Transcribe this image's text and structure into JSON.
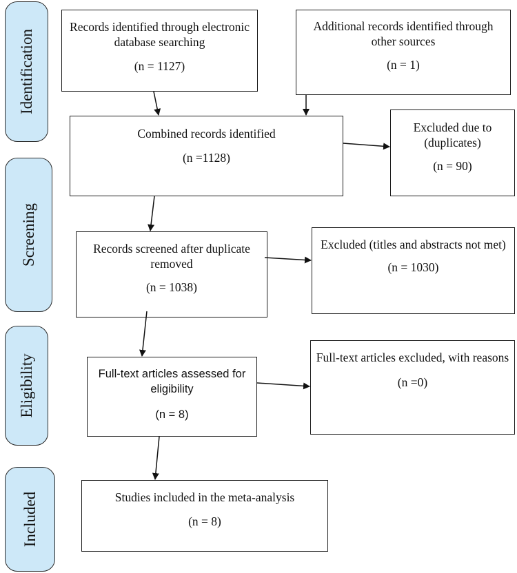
{
  "phases": {
    "identification": "Identification",
    "screening": "Screening",
    "eligibility": "Eligibility",
    "included": "Included"
  },
  "boxes": {
    "db_search": {
      "text": "Records identified through electronic database searching",
      "count": "(n = 1127)"
    },
    "other_sources": {
      "text": "Additional records identified through other sources",
      "count": "(n = 1)"
    },
    "combined": {
      "text": "Combined records identified",
      "count": "(n =1128)"
    },
    "excluded_duplicates": {
      "text": "Excluded due to (duplicates)",
      "count": "(n = 90)"
    },
    "screened": {
      "text": "Records screened after duplicate removed",
      "count": "(n = 1038)"
    },
    "excluded_titles": {
      "text": "Excluded (titles and abstracts not met)",
      "count": "(n = 1030)"
    },
    "fulltext_assessed": {
      "text": "Full-text articles assessed for eligibility",
      "count": "(n = 8)"
    },
    "fulltext_excluded": {
      "text": "Full-text articles excluded, with reasons",
      "count": "(n =0)"
    },
    "included_studies": {
      "text": "Studies included in the meta-analysis",
      "count": "(n = 8)"
    }
  }
}
